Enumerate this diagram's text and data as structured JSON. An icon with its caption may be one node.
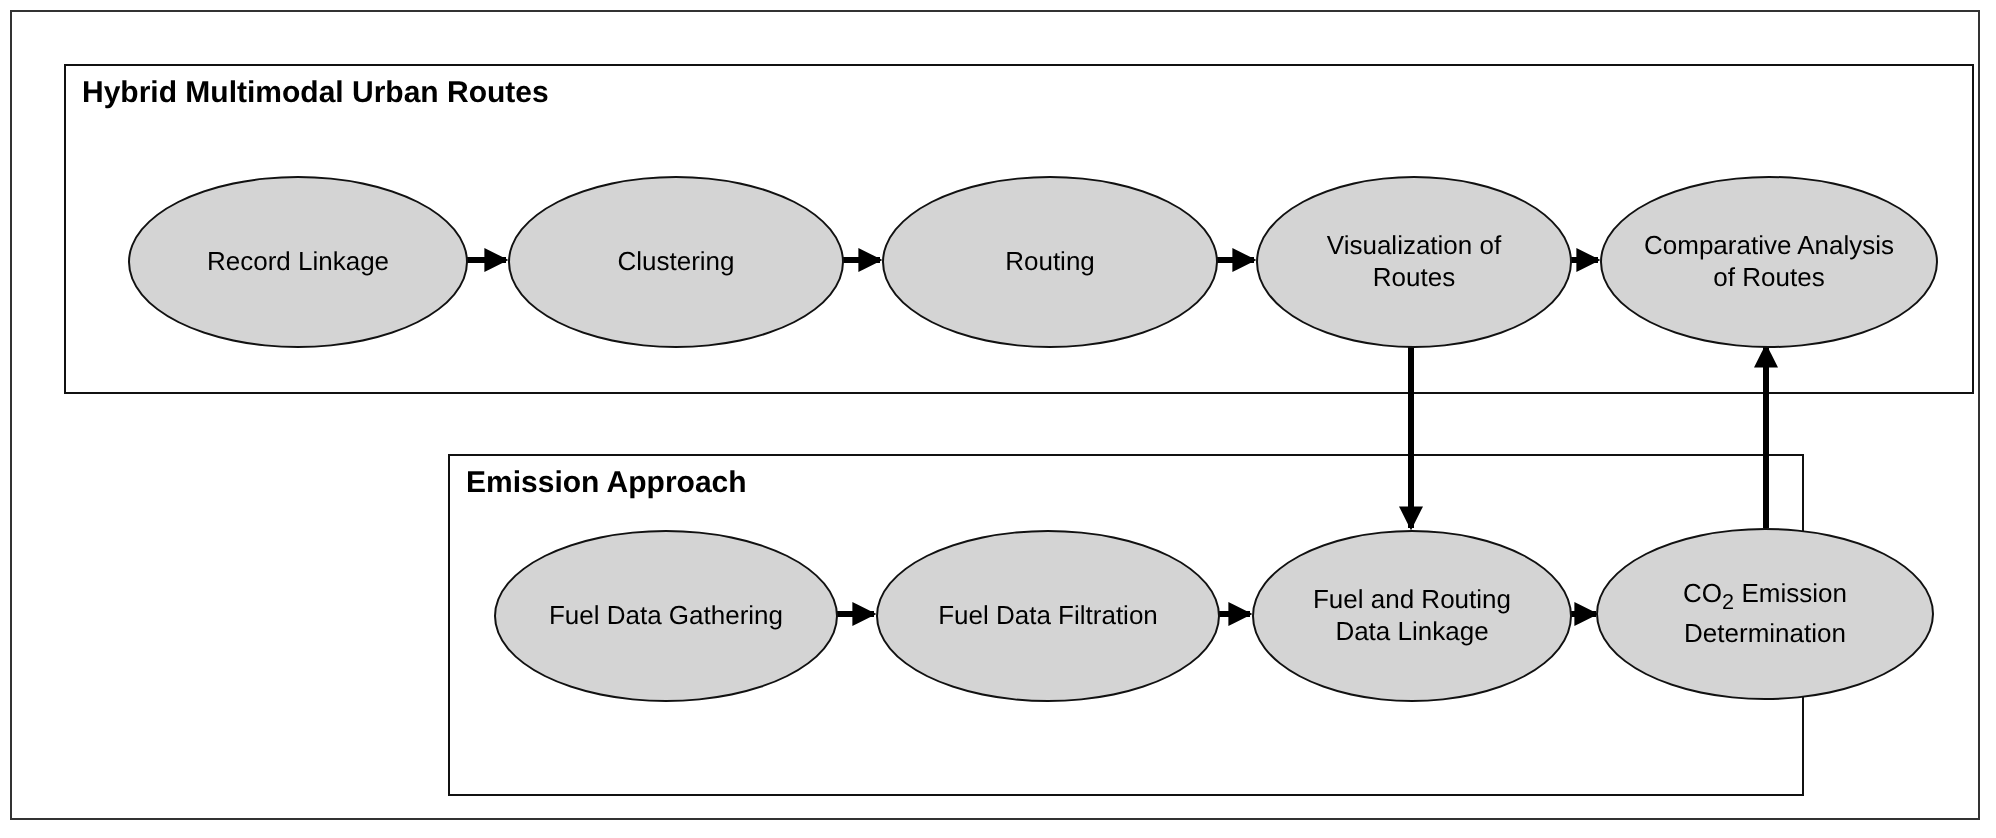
{
  "diagram": {
    "nodes": [
      {
        "text": [
          "Hybrid Multimodal Urban Routes"
        ]
      },
      {
        "text": [
          "Record Linkage"
        ],
        "in": 0
      },
      {
        "text": [
          "Clustering"
        ],
        "in": 0
      },
      {
        "text": [
          "Routing"
        ],
        "in": 0
      },
      {
        "text": [
          "Visualization of Routes"
        ],
        "in": 0
      },
      {
        "text": [
          "Comparative Analysis of Routes"
        ],
        "in": 0
      },
      {
        "text": [
          "Emission Approach"
        ]
      },
      {
        "text": [
          "Fuel Data Gathering"
        ],
        "in": 6
      },
      {
        "text": [
          "Fuel Data Filtration"
        ],
        "in": 6
      },
      {
        "text": [
          "Fuel and Routing Data Linkage"
        ],
        "in": 6
      },
      {
        "text": [
          "CO$_{2}$ Emission Determination"
        ]
      }
    ],
    "edges": [
      {
        "from": 1,
        "to": 2,
        "arrow": "to"
      },
      {
        "from": 2,
        "to": 3,
        "arrow": "to"
      },
      {
        "from": 3,
        "to": 4,
        "arrow": "to"
      },
      {
        "from": 4,
        "to": 5,
        "arrow": "to"
      },
      {
        "from": 4,
        "to": 9,
        "arrow": "to"
      },
      {
        "from": 7,
        "to": 8,
        "arrow": "to"
      },
      {
        "from": 8,
        "to": 9,
        "arrow": "to"
      },
      {
        "from": 9,
        "to": 10,
        "arrow": "to"
      },
      {
        "from": 10,
        "to": 5,
        "arrow": "to"
      }
    ]
  }
}
